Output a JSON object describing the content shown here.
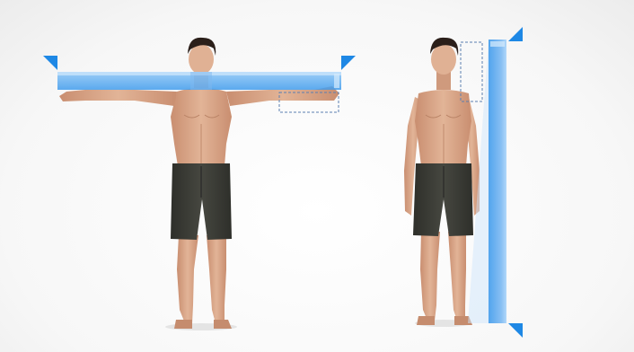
{
  "scene": {
    "figures": [
      {
        "pose": "arms-outstretched",
        "measurement": "arm-span"
      },
      {
        "pose": "standing",
        "measurement": "height"
      }
    ],
    "colors": {
      "background": "#fcfcfc",
      "bar": "#4aa3ef",
      "bar_light": "#a9d4fa",
      "marker": "#1e88e5",
      "skin": "#d9a98c",
      "skin_shadow": "#b98366",
      "hair": "#2b1f1a",
      "shorts": "#3a3b35",
      "dashed_box": "#5b7fb0"
    },
    "icons": [
      "arm-span-bar",
      "height-bar",
      "triangle-marker-icon",
      "dashed-inset-box"
    ]
  }
}
